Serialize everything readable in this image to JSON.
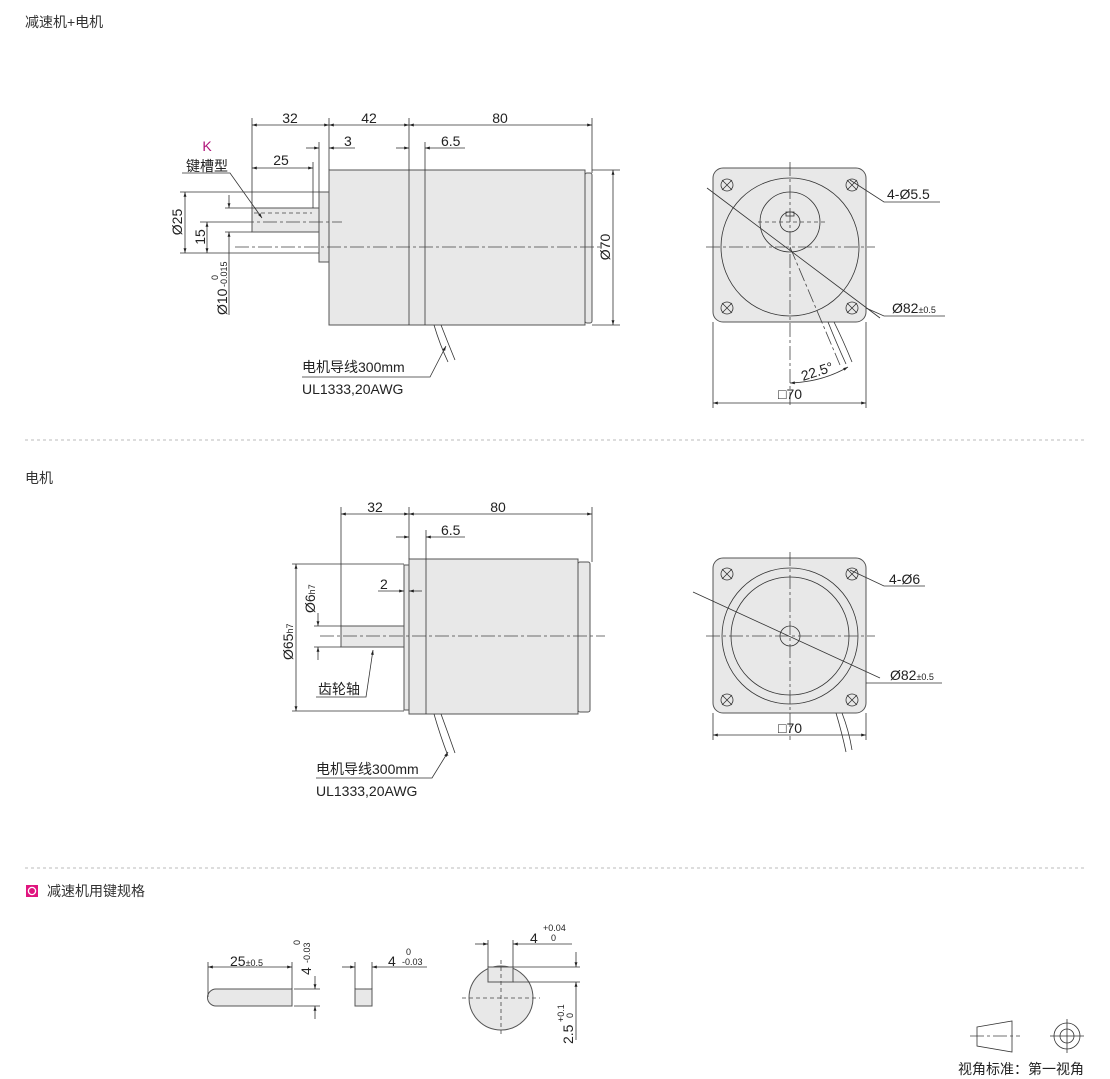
{
  "colors": {
    "accent": "#e0157f",
    "part_fill": "#e8e8e8",
    "line": "#333333"
  },
  "section1": {
    "title": "减速机+电机",
    "dims": {
      "d32": "32",
      "d42": "42",
      "d80": "80",
      "d3": "3",
      "d6_5": "6.5",
      "d25": "25",
      "dia25": "Ø25",
      "d15": "15",
      "dia10": "Ø10",
      "dia10_tol_upper": "0",
      "dia10_tol_lower": "-0.015",
      "dia70": "Ø70"
    },
    "key_label": "K",
    "key_type": "键槽型",
    "lead_wire": "电机导线300mm",
    "wire_spec": "UL1333,20AWG",
    "front": {
      "holes": "4-Ø5.5",
      "pcd": "Ø82",
      "pcd_tol": "±0.5",
      "angle": "22.5°",
      "square": "□70"
    }
  },
  "section2": {
    "title": "电机",
    "dims": {
      "d32": "32",
      "d80": "80",
      "d6_5": "6.5",
      "d2": "2",
      "dia65": "Ø65",
      "dia65_tol": "h7",
      "dia6": "Ø6",
      "dia6_tol": "h7"
    },
    "gear_shaft": "齿轮轴",
    "lead_wire": "电机导线300mm",
    "wire_spec": "UL1333,20AWG",
    "front": {
      "holes": "4-Ø6",
      "pcd": "Ø82",
      "pcd_tol": "±0.5",
      "square": "□70"
    }
  },
  "section3": {
    "title": "减速机用键规格",
    "key_length": "25",
    "key_length_tol": "±0.5",
    "key_height": "4",
    "key_height_tol_upper": "0",
    "key_height_tol_lower": "-0.03",
    "key_width": "4",
    "key_width_tol_upper": "0",
    "key_width_tol_lower": "-0.03",
    "slot_width": "4",
    "slot_width_tol_upper": "+0.04",
    "slot_width_tol_lower": "0",
    "slot_depth": "2.5",
    "slot_depth_tol_upper": "+0.1",
    "slot_depth_tol_lower": "0"
  },
  "projection": {
    "label": "视角标准：第一视角"
  }
}
